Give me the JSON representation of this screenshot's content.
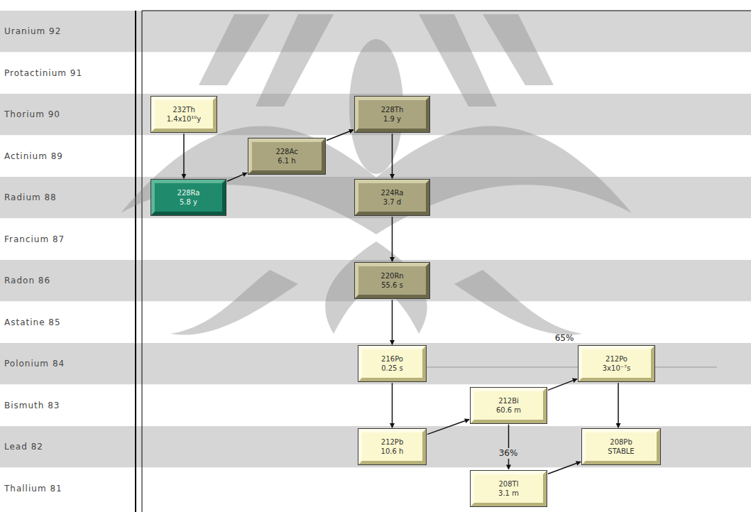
{
  "diagram": {
    "nodes": [
      {
        "text": [
          "232Th",
          "1.4x10¹⁰y"
        ]
      },
      {
        "text": [
          "228Ra",
          "5.8 y"
        ]
      },
      {
        "text": [
          "228Ac",
          "6.1 h"
        ]
      },
      {
        "text": [
          "228Th",
          "1.9 y"
        ]
      },
      {
        "text": [
          "224Ra",
          "3.7 d"
        ]
      },
      {
        "text": [
          "220Rn",
          "55.6 s"
        ]
      },
      {
        "text": [
          "216Po",
          "0.25 s"
        ]
      },
      {
        "text": [
          "212Pb",
          "10.6 h"
        ]
      },
      {
        "text": [
          "212Bi",
          "60.6 m"
        ]
      },
      {
        "text": [
          "212Po",
          "3x10⁻⁷s"
        ]
      },
      {
        "text": [
          "208Pb",
          "STABLE"
        ]
      },
      {
        "text": [
          "208Tl",
          "3.1 m"
        ]
      }
    ],
    "edges": [
      {
        "from": 0,
        "to": 1,
        "arrow": "to"
      },
      {
        "from": 1,
        "to": 2,
        "arrow": "to"
      },
      {
        "from": 2,
        "to": 3,
        "arrow": "to"
      },
      {
        "from": 3,
        "to": 4,
        "arrow": "to"
      },
      {
        "from": 4,
        "to": 5,
        "arrow": "to"
      },
      {
        "from": 5,
        "to": 6,
        "arrow": "to"
      },
      {
        "from": 6,
        "to": 7,
        "arrow": "to"
      },
      {
        "from": 7,
        "to": 8,
        "arrow": "to"
      },
      {
        "from": 8,
        "to": 9,
        "label": "65%",
        "arrow": "to"
      },
      {
        "from": 9,
        "to": 10,
        "arrow": "to"
      },
      {
        "from": 8,
        "to": 11,
        "label": "36%",
        "arrow": "to"
      },
      {
        "from": 11,
        "to": 10,
        "arrow": "to"
      }
    ],
    "labels": [
      "Uranium 92",
      "Protactinium 91",
      "Thorium 90",
      "Actinium 89",
      "Radium 88",
      "Francium 87",
      "Radon 86",
      "Astatine 85",
      "Polonium 84",
      "Bismuth 83",
      "Lead 82",
      "Thallium 81"
    ]
  }
}
